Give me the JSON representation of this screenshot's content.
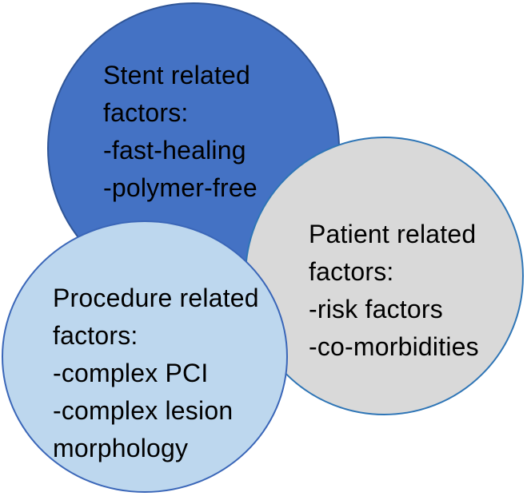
{
  "figure": {
    "type": "venn-diagram",
    "description": "Three overlapping circles of factors",
    "background_color": "#ffffff",
    "text_color": "#000000",
    "circles": [
      {
        "id": "stent-related-factors",
        "fill": "#4472c4",
        "border": "#2f5597",
        "lines": [
          "Stent related",
          "factors:",
          "-fast-healing",
          "-polymer-free"
        ]
      },
      {
        "id": "patient-related-factors",
        "fill": "#d9d9d9",
        "border": "#2e75b6",
        "lines": [
          "Patient related",
          "factors:",
          "-risk factors",
          "-co-morbidities"
        ]
      },
      {
        "id": "procedure-related-factors",
        "fill": "#bdd7ee",
        "border": "#3a66b8",
        "lines": [
          "Procedure related",
          "factors:",
          "-complex PCI",
          "-complex lesion",
          "morphology"
        ]
      }
    ]
  }
}
